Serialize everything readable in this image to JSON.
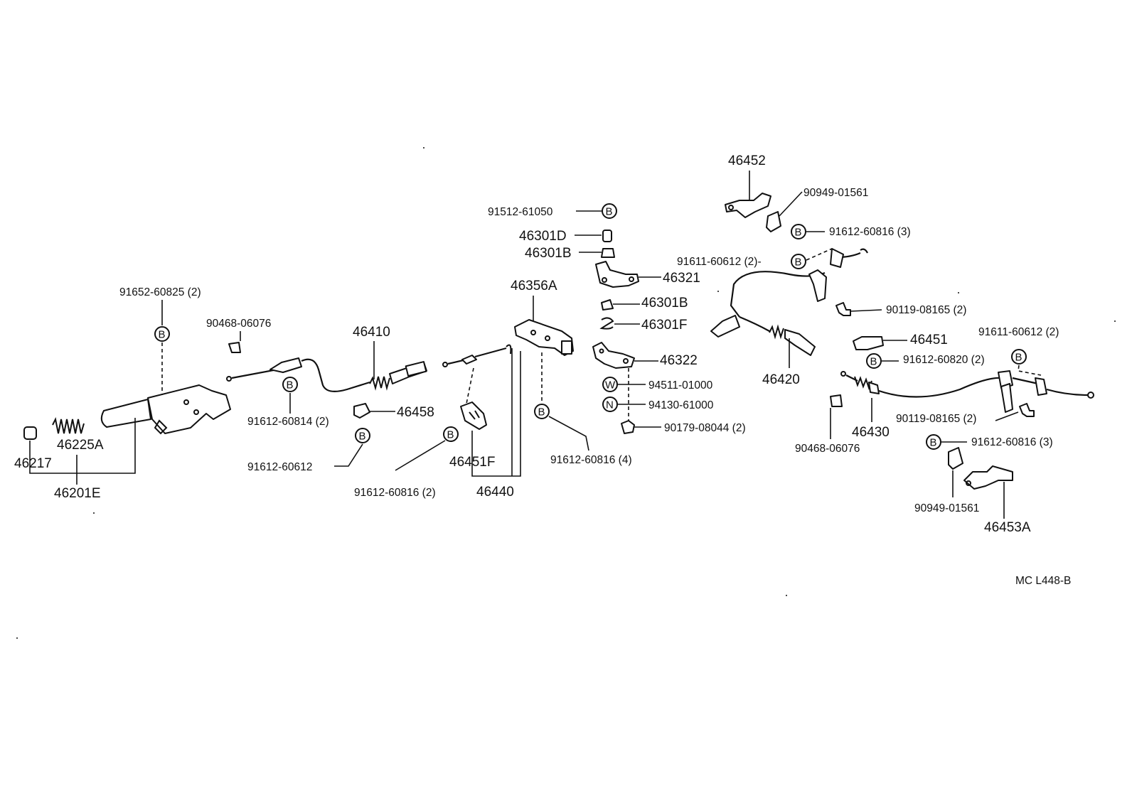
{
  "diagram": {
    "code": "MC L448-B",
    "labels": {
      "l46217": "46217",
      "l46225A": "46225A",
      "l46201E": "46201E",
      "l91652": "91652-60825 (2)",
      "l90468a": "90468-06076",
      "l46410": "46410",
      "l91612_814": "91612-60814 (2)",
      "l46458": "46458",
      "l91612_612": "91612-60612",
      "l91612_816_2": "91612-60816 (2)",
      "l46451F": "46451F",
      "l46440": "46440",
      "l91512": "91512-61050",
      "l46301D": "46301D",
      "l46301B_a": "46301B",
      "l46321": "46321",
      "l46356A": "46356A",
      "l46301B_b": "46301B",
      "l46301F": "46301F",
      "l46322": "46322",
      "l94511": "94511-01000",
      "l94130": "94130-61000",
      "l90179": "90179-08044 (2)",
      "l91612_816_4": "91612-60816 (4)",
      "l46452": "46452",
      "l90949a": "90949-01561",
      "l91612_816_3a": "91612-60816 (3)",
      "l91611a": "91611-60612 (2)-",
      "l90119a": "90119-08165 (2)",
      "l46420": "46420",
      "l46451": "46451",
      "l91611b": "91611-60612 (2)",
      "l91612_820": "91612-60820 (2)",
      "l90119b": "90119-08165 (2)",
      "l90468b": "90468-06076",
      "l46430": "46430",
      "l91612_816_3b": "91612-60816 (3)",
      "l90949b": "90949-01561",
      "l46453A": "46453A"
    },
    "symbols": {
      "bolt": "B",
      "washer": "W",
      "nut": "N"
    }
  }
}
